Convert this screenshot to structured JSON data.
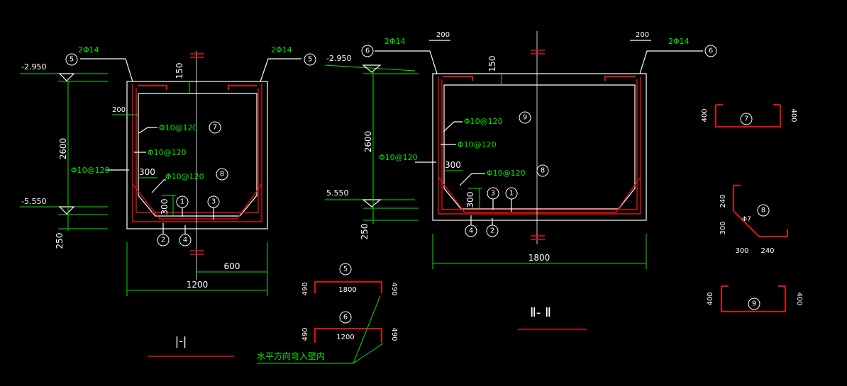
{
  "section_1": {
    "title": "|-|",
    "elev_top": "-2.950",
    "elev_bottom": "-5.550",
    "rebar_top_left": "2Φ14",
    "rebar_top_right": "2Φ14",
    "mark_5_left": "5",
    "mark_5_right": "5",
    "dim_150": "150",
    "dim_200": "200",
    "dim_2600": "2600",
    "dim_250": "250",
    "dim_300_h": "300",
    "dim_300_v": "300",
    "dim_600": "600",
    "dim_1200": "1200",
    "rebar_a": "Φ10@120",
    "rebar_b": "Φ10@120",
    "rebar_c": "Φ10@120",
    "rebar_d": "Φ10@120",
    "mark_7": "7",
    "mark_8": "8",
    "mark_1": "1",
    "mark_3": "3",
    "mark_2": "2",
    "mark_4": "4"
  },
  "section_2": {
    "title": "Ⅱ- Ⅱ",
    "elev_top": "-2.950",
    "elev_bottom": "5.550",
    "rebar_top_left": "2Φ14",
    "rebar_top_right": "2Φ14",
    "mark_6_left": "6",
    "mark_6_right": "6",
    "dim_200_left": "200",
    "dim_200_right": "200",
    "dim_150": "150",
    "dim_2600": "2600",
    "dim_250": "250",
    "dim_300": "300",
    "dim_300_v": "300",
    "dim_1800": "1800",
    "rebar_a": "Φ10@120",
    "rebar_b": "Φ10@120",
    "rebar_c": "Φ10@120",
    "rebar_d": "Φ10@120",
    "mark_9": "9",
    "mark_8": "8",
    "mark_3": "3",
    "mark_1": "1",
    "mark_4": "4",
    "mark_2": "2"
  },
  "details": {
    "d5_mark": "5",
    "d5_len": "1800",
    "d5_left": "490",
    "d5_right": "490",
    "d6_mark": "6",
    "d6_len": "1200",
    "d6_left": "490",
    "d6_right": "490",
    "note": "水平方向弯入壁内",
    "d7_mark": "7",
    "d7_left": "400",
    "d7_right": "400",
    "d8_mark": "8",
    "d8_top": "240",
    "d8_side": "300",
    "d8_bottom_a": "300",
    "d8_bottom_b": "240",
    "d8_angle": "Φ7",
    "d9_mark": "9",
    "d9_left": "400",
    "d9_right": "400"
  }
}
